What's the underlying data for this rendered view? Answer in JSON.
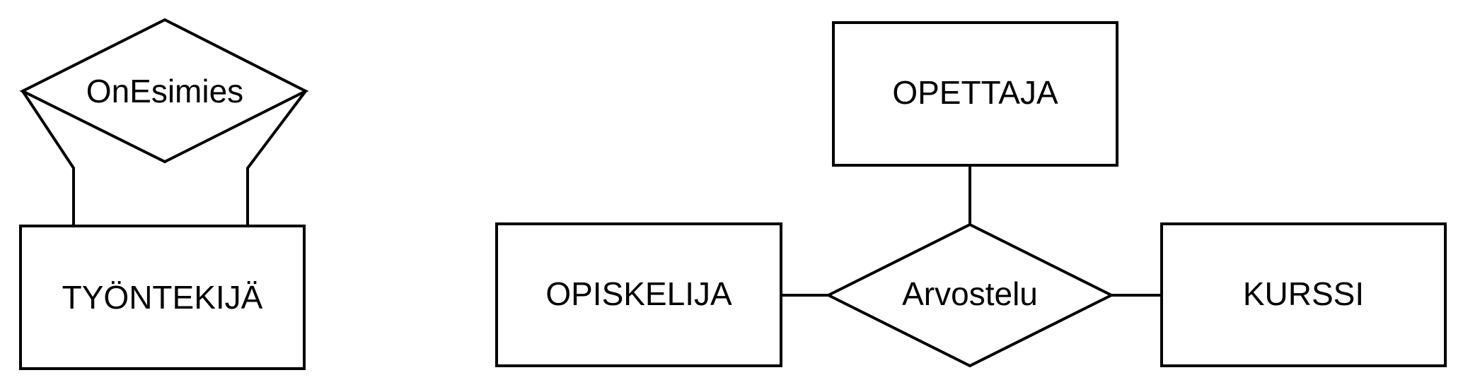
{
  "diagram": {
    "colors": {
      "stroke": "#000000",
      "background": "#ffffff",
      "text": "#000000"
    },
    "entities": {
      "tyontekija": "TYÖNTEKIJÄ",
      "opettaja": "OPETTAJA",
      "opiskelija": "OPISKELIJA",
      "kurssi": "KURSSI"
    },
    "relationships": {
      "onesimies": "OnEsimies",
      "arvostelu": "Arvostelu"
    }
  }
}
